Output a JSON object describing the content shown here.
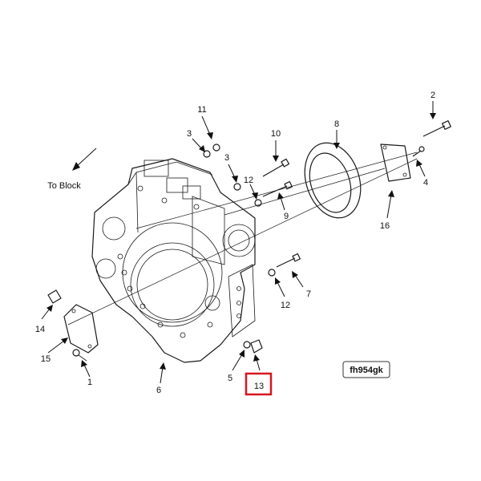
{
  "figure_id": "fh954gk",
  "note": "To Block",
  "highlight_color": "#d8141c",
  "callouts": {
    "c1": "1",
    "c2": "2",
    "c3a": "3",
    "c3b": "3",
    "c4": "4",
    "c5": "5",
    "c6": "6",
    "c7": "7",
    "c8": "8",
    "c9": "9",
    "c10": "10",
    "c11": "11",
    "c12a": "12",
    "c12b": "12",
    "c13": "13",
    "c14": "14",
    "c15": "15",
    "c16": "16"
  },
  "highlighted_callout": "13"
}
